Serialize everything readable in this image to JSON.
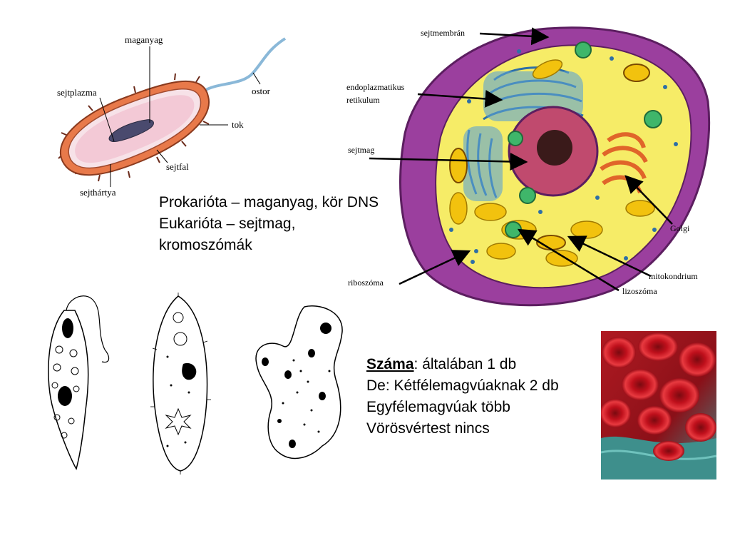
{
  "prokaryote": {
    "labels": {
      "nucleoid": "maganyag",
      "cytoplasm": "sejtplazma",
      "flagellum": "ostor",
      "capsule": "tok",
      "cell_wall": "sejtfal",
      "membrane": "sejthártya"
    }
  },
  "eukaryote": {
    "labels": {
      "membrane": "sejtmembrán",
      "er_line1": "endoplazmatikus",
      "er_line2": "retikulum",
      "nucleus": "sejtmag",
      "golgi": "Golgi",
      "ribosome": "riboszóma",
      "mitochondrion": "mitokondrium",
      "lysosome": "lizoszóma"
    }
  },
  "text_block_1": {
    "line1": "Prokarióta – maganyag, kör DNS",
    "line2": "Eukarióta – sejtmag,",
    "line3": "kromoszómák"
  },
  "text_block_2": {
    "label_bold": "Száma",
    "line1_rest": ": általában 1 db",
    "line2": "De: Kétfélemagvúaknak 2 db",
    "line3": "Egyfélemagvúak több",
    "line4": "Vörösvértest nincs"
  },
  "colors": {
    "prok_wall": "#e8794a",
    "prok_inner": "#f3c9d6",
    "euk_outer": "#9b3f9e",
    "euk_cyto": "#f6ec67",
    "euk_nucleus": "#c04a6e",
    "er_blue": "#5ea3d2",
    "golgi": "#e0652a",
    "rbc_red": "#d8202a",
    "rbc_bg": "#3e8f8c"
  }
}
